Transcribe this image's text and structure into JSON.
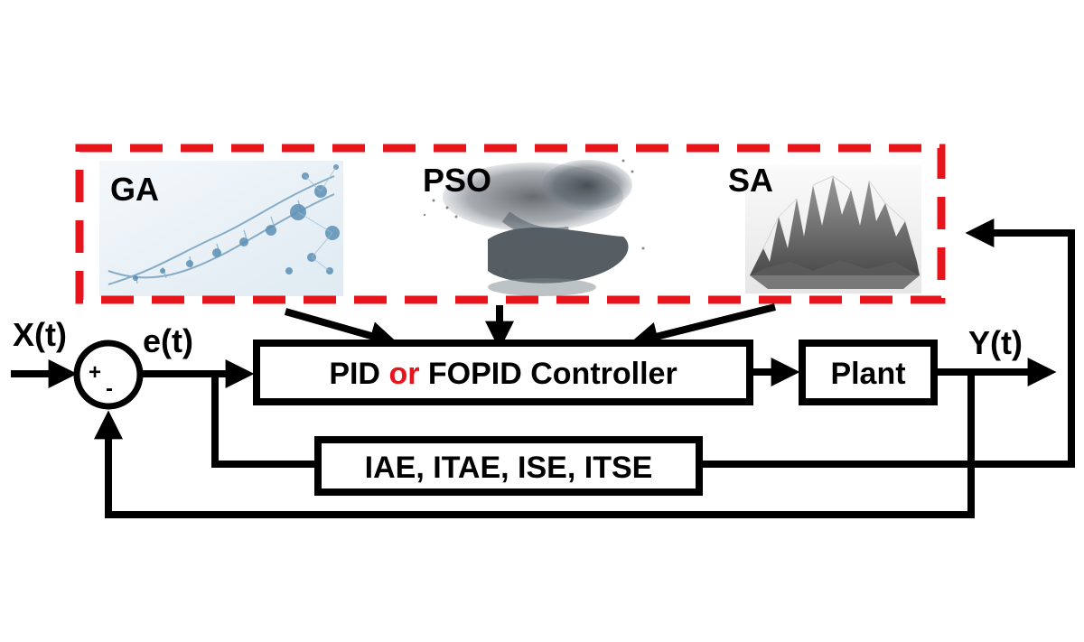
{
  "optimizers": {
    "ga_label": "GA",
    "pso_label": "PSO",
    "sa_label": "SA"
  },
  "signals": {
    "input": "X(t)",
    "error": "e(t)",
    "output": "Y(t)"
  },
  "summing_junction": {
    "plus": "+",
    "minus": "-"
  },
  "controller": {
    "part1": "PID ",
    "part2": "or",
    "part3": " FOPID Controller"
  },
  "plant_label": "Plant",
  "criteria_label": "IAE, ITAE, ISE, ITSE",
  "colors": {
    "dashed_border": "#e8141b",
    "or_highlight": "#e8141b",
    "lines": "#000000",
    "ga_image_tint": "#4a7fa8",
    "pso_image_tint": "#39424a",
    "sa_image_tint": "#6e6e6e"
  }
}
